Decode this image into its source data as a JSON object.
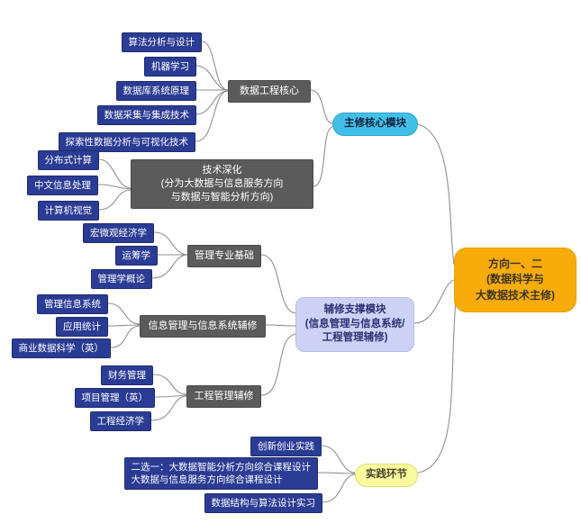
{
  "palette": {
    "course_box": "#2B3C94",
    "topic_box": "#5B5B5B",
    "major_core_node": "#41BFE8",
    "minor_support_node": "#CDD1F5",
    "practice_node": "#FAFA9F",
    "root_node": "#F8AC0C",
    "connector": "#8f8f8f"
  },
  "mindmap": {
    "root": {
      "label": "方向一、二\n(数据科学与\n大数据技术主修)"
    },
    "modules": {
      "major_core": {
        "label": "主修核心模块"
      },
      "minor_support": {
        "label": "辅修支撑模块\n(信息管理与信息系统/\n工程管理辅修)"
      },
      "practice": {
        "label": "实践环节"
      }
    },
    "topics": {
      "data_eng_core": {
        "label": "数据工程核心"
      },
      "tech_deep": {
        "label": "技术深化\n(分为大数据与信息服务方向\n与数据与智能分析方向)"
      },
      "mgmt_base": {
        "label": "管理专业基础"
      },
      "im_is_minor": {
        "label": "信息管理与信息系统辅修"
      },
      "em_minor": {
        "label": "工程管理辅修"
      }
    },
    "courses": {
      "algorithm_design": "算法分析与设计",
      "machine_learning": "机器学习",
      "database_principles": "数据库系统原理",
      "data_collection": "数据采集与集成技术",
      "eda_visualization": "探索性数据分析与可视化技术",
      "distributed_computing": "分布式计算",
      "chinese_info_processing": "中文信息处理",
      "computer_vision": "计算机视觉",
      "macro_micro_econ": "宏微观经济学",
      "operations_research": "运筹学",
      "mgmt_intro": "管理学概论",
      "mis": "管理信息系统",
      "applied_statistics": "应用统计",
      "business_data_science": "商业数据科学（英）",
      "financial_mgmt": "财务管理",
      "project_mgmt": "项目管理（英）",
      "engineering_econ": "工程经济学",
      "innovation_practice": "创新创业实践",
      "capstone_choice": "二选一：大数据智能分析方向综合课程设计\n大数据与信息服务方向综合课程设计",
      "dsa_internship": "数据结构与算法设计实习"
    }
  }
}
